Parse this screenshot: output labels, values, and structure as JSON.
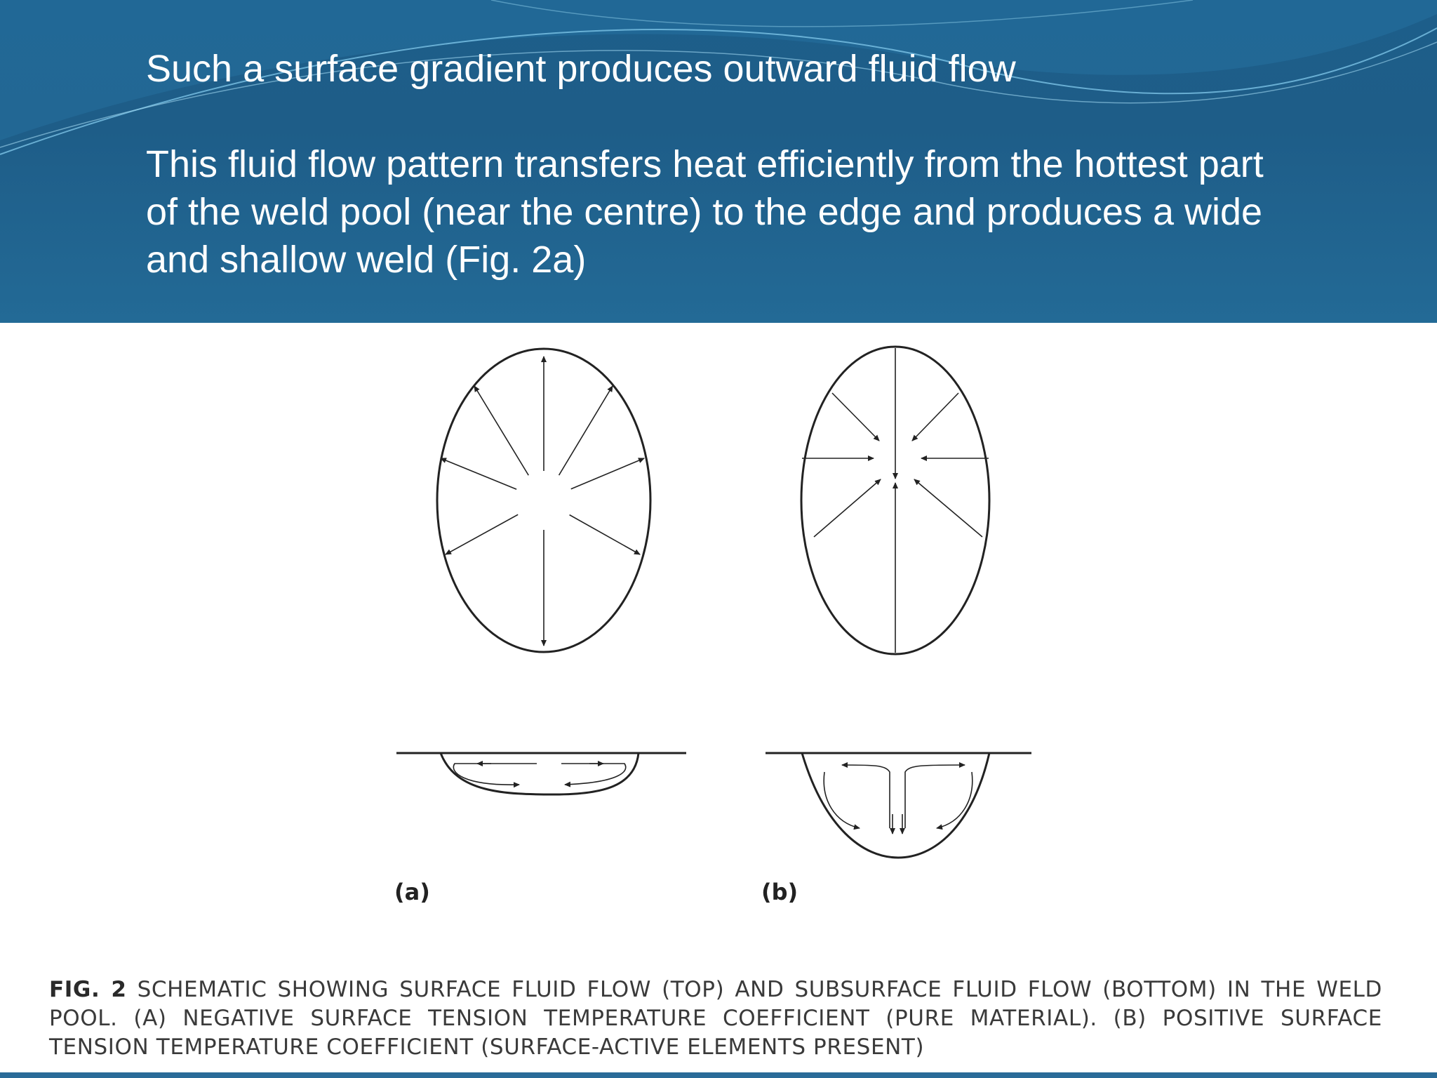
{
  "slide": {
    "line1": "Such a surface gradient produces outward fluid flow",
    "para2_line1": "This fluid flow pattern transfers heat efficiently from the hottest part",
    "para2_line2": "of the weld pool (near the centre) to the edge and produces a wide",
    "para2_line3": "and shallow weld (Fig. 2a)"
  },
  "figure": {
    "label_a": "(a)",
    "label_b": "(b)",
    "caption_prefix": "FIG. 2",
    "caption_text": "SCHEMATIC SHOWING SURFACE FLUID FLOW (TOP) AND SUBSURFACE FLUID FLOW (BOTTOM) IN THE WELD POOL. (A) NEGATIVE SURFACE TENSION TEMPERATURE COEFFICIENT (PURE MATERIAL). (B) POSITIVE SURFACE TENSION TEMPERATURE COEFFICIENT (SURFACE-ACTIVE ELEMENTS PRESENT)"
  },
  "colors": {
    "header_bg": "#1e5d88",
    "header_text": "#ffffff",
    "wave": "#6fb3d8",
    "line_art": "#222222"
  }
}
